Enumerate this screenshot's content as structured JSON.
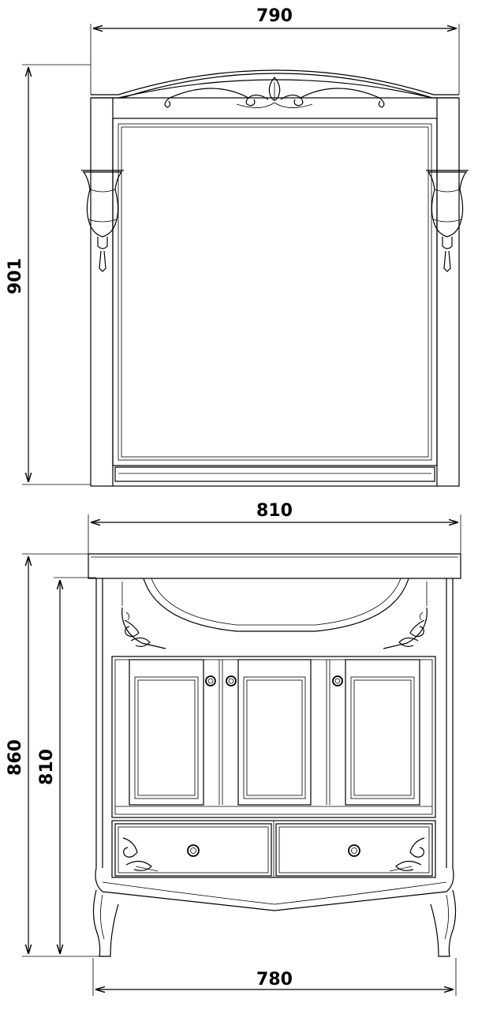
{
  "dimensions": {
    "mirror_width": "790",
    "mirror_height": "901",
    "vanity_top_width": "810",
    "vanity_total_height": "860",
    "vanity_cabinet_height": "810",
    "vanity_base_width": "780"
  }
}
